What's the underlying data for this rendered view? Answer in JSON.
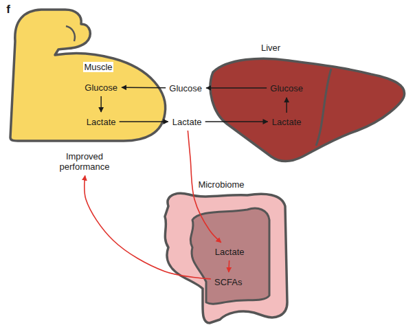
{
  "diagram": {
    "nodes": [
      {
        "text": [
          "Muscle"
        ]
      },
      {
        "text": [
          "Glucose"
        ],
        "in": 0
      },
      {
        "text": [
          "Lactate"
        ],
        "in": 0
      },
      {
        "text": [
          "Glucose"
        ]
      },
      {
        "text": [
          "Liver"
        ]
      },
      {
        "text": [
          "Glucose"
        ],
        "in": 4
      },
      {
        "text": [
          "Lactate"
        ],
        "in": 4
      },
      {
        "text": [
          "Lactate"
        ]
      },
      {
        "text": [
          "Improved performance"
        ]
      },
      {
        "text": [
          "Microbiome"
        ]
      },
      {
        "text": [
          "Lactate"
        ],
        "in": 9
      },
      {
        "text": [
          "SCFAs"
        ],
        "in": 9
      }
    ],
    "edges": [
      {
        "from": 1,
        "to": 2,
        "arrow": "to"
      },
      {
        "from": 2,
        "to": 7,
        "arrow": "to"
      },
      {
        "from": 7,
        "to": 6,
        "arrow": "to"
      },
      {
        "from": 6,
        "to": 5,
        "arrow": "to"
      },
      {
        "from": 5,
        "to": 3,
        "arrow": "to"
      },
      {
        "from": 3,
        "to": 1,
        "arrow": "to"
      },
      {
        "from": 7,
        "to": 10,
        "arrow": "to"
      },
      {
        "from": 10,
        "to": 11,
        "arrow": "to"
      },
      {
        "from": 11,
        "to": 8,
        "arrow": "to"
      }
    ],
    "labels": [
      "f"
    ]
  }
}
